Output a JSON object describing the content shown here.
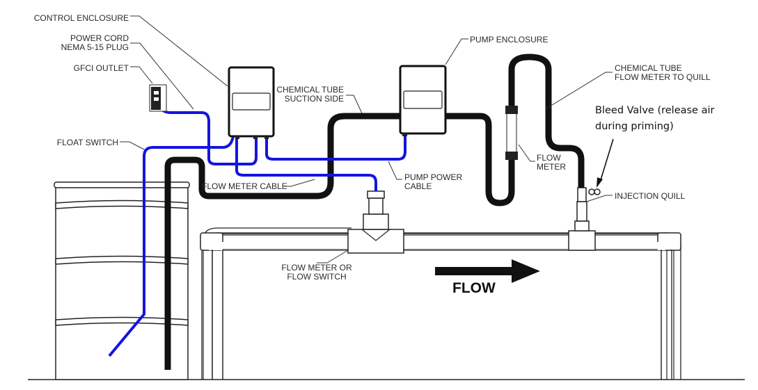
{
  "labels": {
    "control_enclosure": "CONTROL ENCLOSURE",
    "power_cord_1": "POWER CORD",
    "power_cord_2": "NEMA 5-15 PLUG",
    "gfci_outlet": "GFCI OUTLET",
    "float_switch": "FLOAT SWITCH",
    "chem_suction_1": "CHEMICAL TUBE",
    "chem_suction_2": "SUCTION SIDE",
    "flow_meter_cable": "FLOW METER CABLE",
    "pump_enclosure": "PUMP ENCLOSURE",
    "chem_quill_1": "CHEMICAL TUBE",
    "chem_quill_2": "FLOW METER TO QUILL",
    "flow_meter_1": "FLOW",
    "flow_meter_2": "METER",
    "pump_power_1": "PUMP POWER",
    "pump_power_2": "CABLE",
    "injection_quill": "INJECTION QUILL",
    "flow_meter_switch_1": "FLOW METER OR",
    "flow_meter_switch_2": "FLOW SWITCH",
    "flow_direction": "FLOW"
  },
  "annotation": {
    "bleed_valve_1": "Bleed Valve (release air",
    "bleed_valve_2": "during priming)"
  },
  "colors": {
    "cable": "#1414e0",
    "tube": "#111111"
  }
}
